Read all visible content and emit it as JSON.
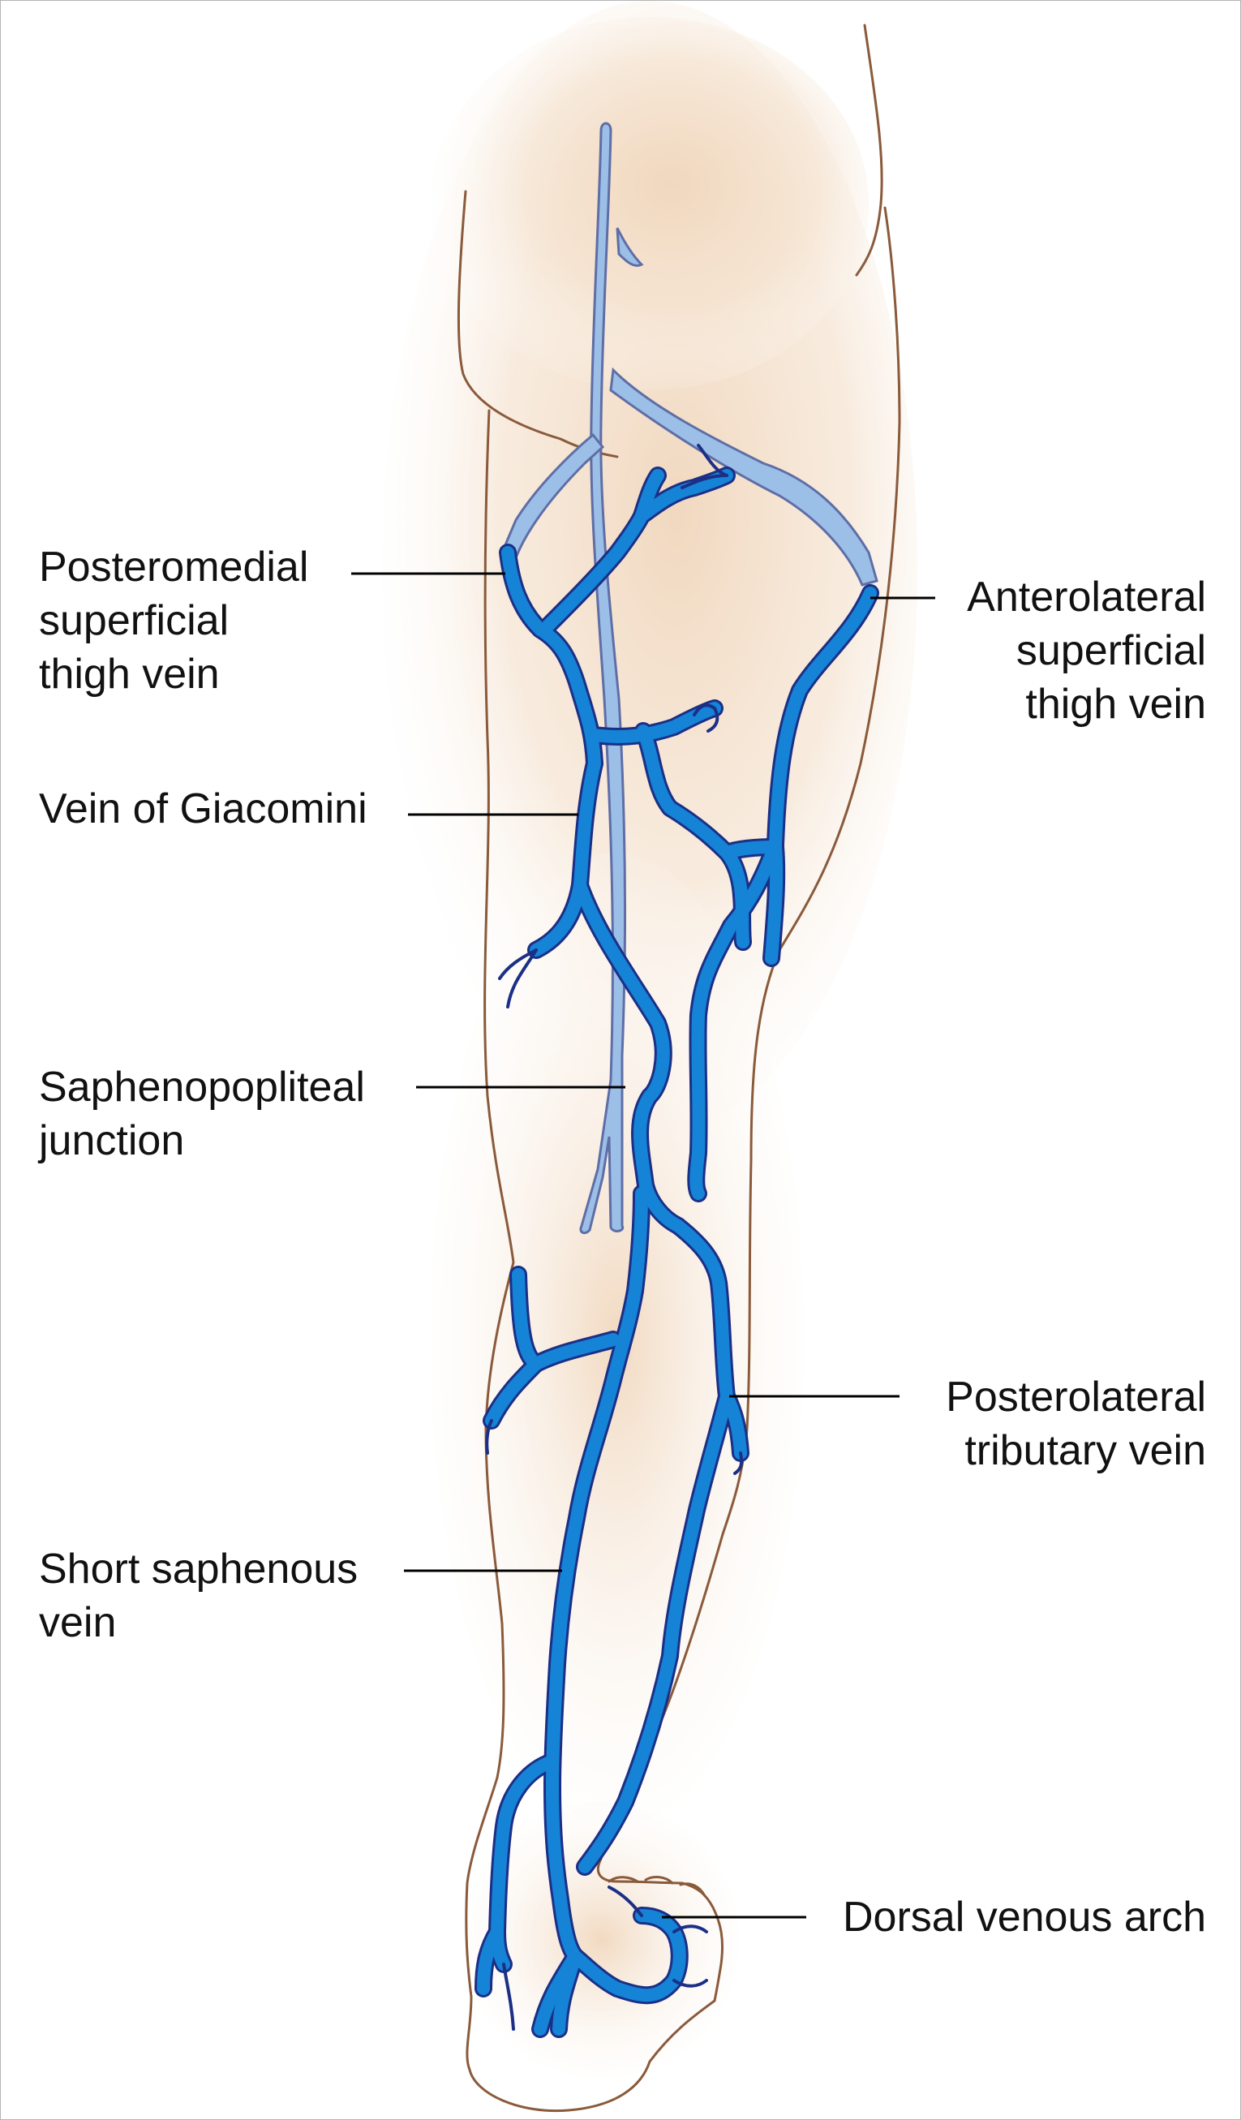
{
  "colors": {
    "skin_outline": "#8a5a3b",
    "skin_fill": "#f0d6bc",
    "deep_vein_fill": "#9cbfe8",
    "deep_vein_stroke": "#5f6ea6",
    "superficial_vein_fill": "#1583d6",
    "superficial_vein_stroke": "#1c2f86",
    "leader_line": "#000000",
    "label_text": "#111111"
  },
  "labels": {
    "posteromedial": "Posteromedial\nsuperficial\nthigh vein",
    "giacomini": "Vein of Giacomini",
    "saphenopopliteal": "Saphenopopliteal\njunction",
    "short_saphenous": "Short saphenous\nvein",
    "anterolateral": "Anterolateral\nsuperficial\nthigh vein",
    "posterolateral": "Posterolateral\ntributary vein",
    "dorsal_arch": "Dorsal venous arch"
  }
}
